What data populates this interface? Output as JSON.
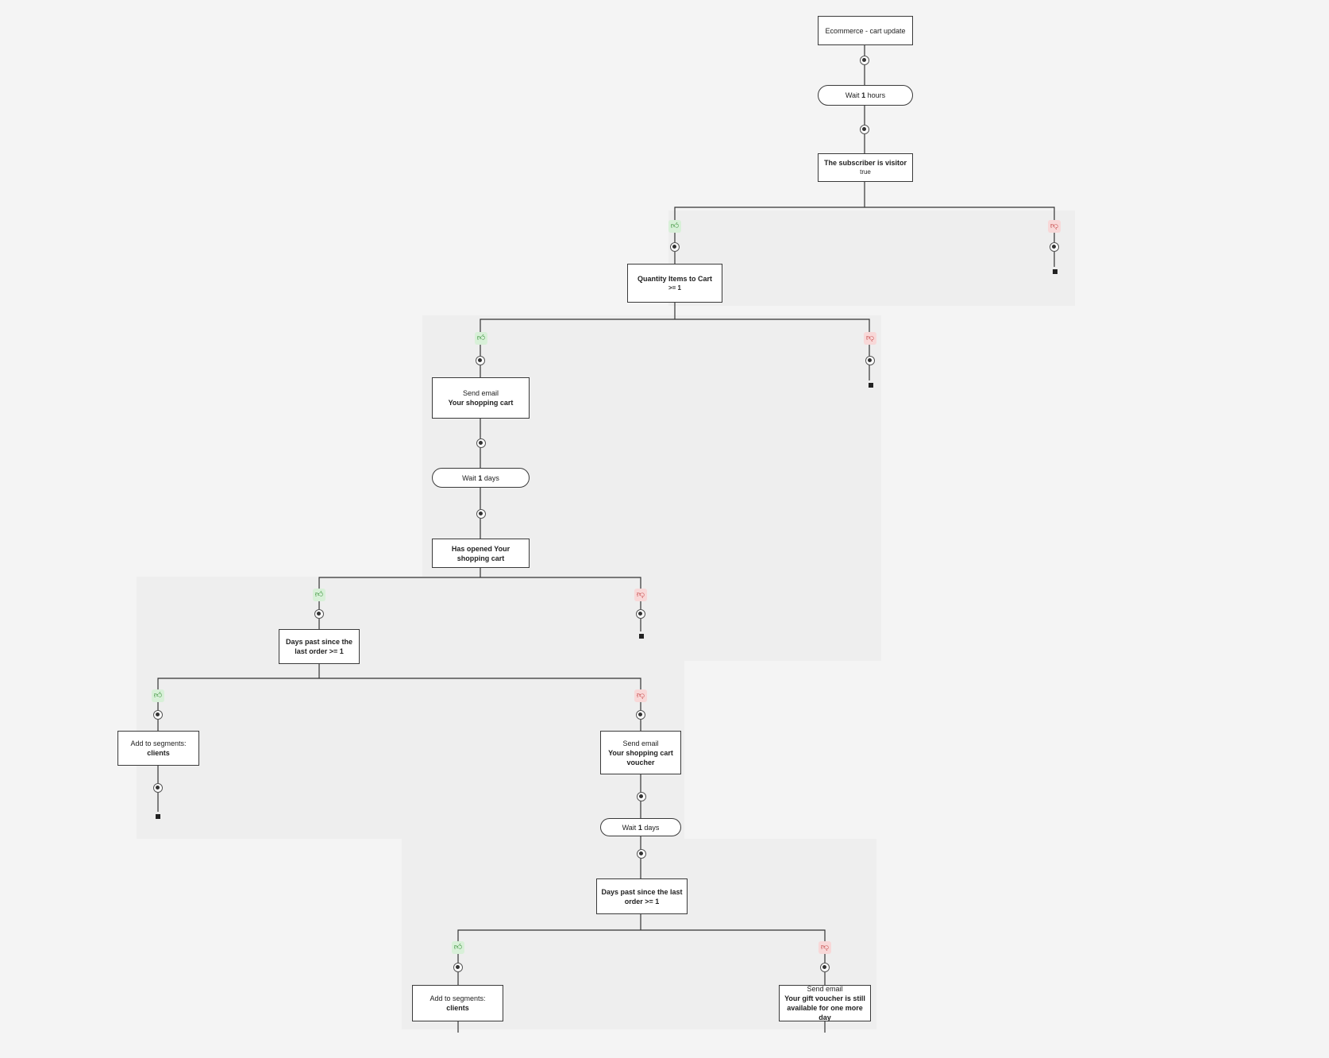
{
  "workflow": {
    "trigger": {
      "label": "Ecommerce - cart update"
    },
    "wait_hours": {
      "prefix": "Wait",
      "value": "1",
      "unit": "hours"
    },
    "cond_visitor": {
      "title": "The subscriber is visitor",
      "value": "true"
    },
    "cond_quantity": {
      "title": "Quantity Items to Cart",
      "value": ">= 1"
    },
    "email_cart": {
      "action": "Send email",
      "name": "Your shopping cart"
    },
    "wait_days_1": {
      "prefix": "Wait",
      "value": "1",
      "unit": "days"
    },
    "cond_opened": {
      "title": "Has opened Your shopping cart"
    },
    "cond_days_1": {
      "title": "Days past since the last order >= 1"
    },
    "segment_1": {
      "action": "Add to segments:",
      "name": "clients"
    },
    "email_voucher": {
      "action": "Send email",
      "name": "Your shopping cart voucher"
    },
    "wait_days_2": {
      "prefix": "Wait",
      "value": "1",
      "unit": "days"
    },
    "cond_days_2": {
      "title": "Days past since the last order >= 1"
    },
    "segment_2": {
      "action": "Add to segments:",
      "name": "clients"
    },
    "email_gift": {
      "action": "Send email",
      "name": "Your gift voucher is still available for one more day"
    }
  },
  "icons": {
    "yes": "thumbs-up-icon",
    "no": "thumbs-down-icon",
    "add_step": "plus-circle-icon",
    "end": "stop-square-icon"
  },
  "colors": {
    "yes_bg": "#d8f0d8",
    "yes_fg": "#2e8b2e",
    "no_bg": "#f8d8d8",
    "no_fg": "#c03a3a"
  }
}
